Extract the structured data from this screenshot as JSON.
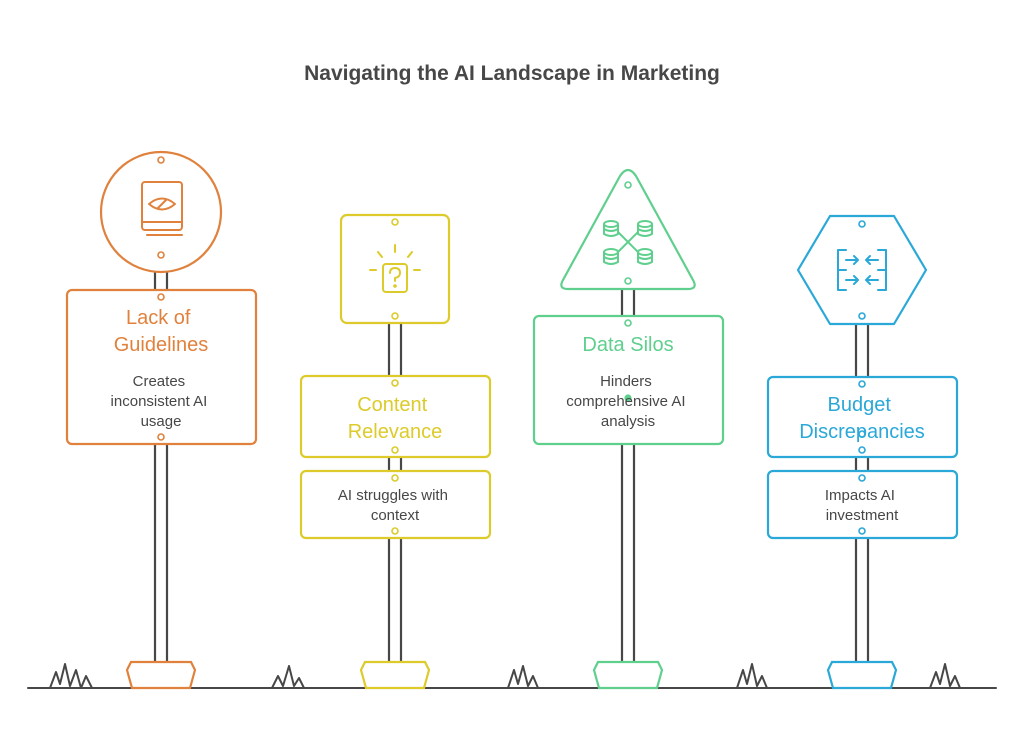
{
  "title": "Navigating the AI Landscape in Marketing",
  "colors": {
    "orange": "#E0823D",
    "yellow": "#DCCB2A",
    "green": "#5FCF8E",
    "blue": "#2AA8D8",
    "post": "#474747",
    "text": "#474747"
  },
  "signs": [
    {
      "heading": [
        "Lack of",
        "Guidelines"
      ],
      "description": [
        "Creates",
        "inconsistent AI",
        "usage"
      ],
      "icon": "book-eye-icon",
      "color": "#E0823D"
    },
    {
      "heading": [
        "Content",
        "Relevance"
      ],
      "description": [
        "AI struggles with",
        "context"
      ],
      "icon": "question-card-icon",
      "color": "#DCCB2A"
    },
    {
      "heading": [
        "Data Silos"
      ],
      "description": [
        "Hinders",
        "comprehensive AI",
        "analysis"
      ],
      "icon": "database-network-icon",
      "color": "#5FCF8E"
    },
    {
      "heading": [
        "Budget",
        "Discrepancies"
      ],
      "description": [
        "Impacts AI",
        "investment"
      ],
      "icon": "split-arrows-icon",
      "color": "#2AA8D8"
    }
  ]
}
